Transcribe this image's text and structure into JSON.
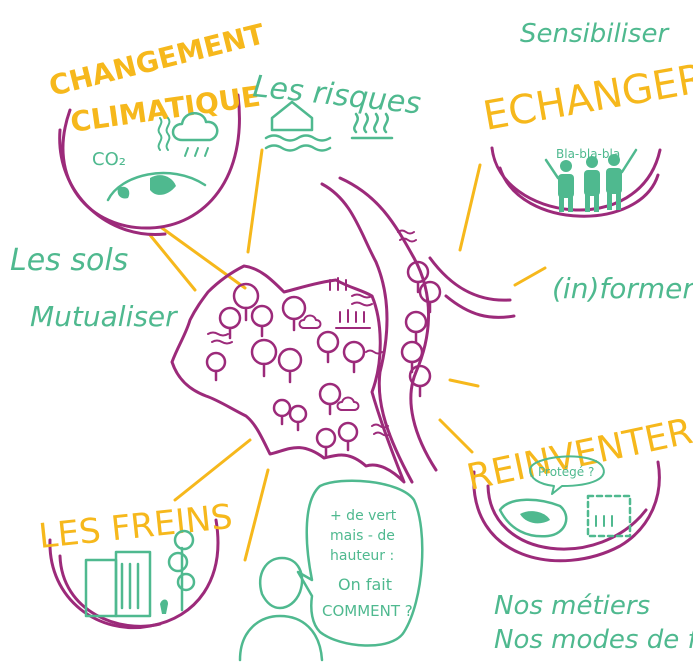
{
  "labels": {
    "changement": "CHANGEMENT",
    "climatique": "CLIMATIQUE",
    "co2": "CO₂",
    "risques": "Les risques",
    "sensibiliser": "Sensibiliser",
    "echanger": "ECHANGER",
    "blabla": "Bla-bla-bla",
    "sols": "Les sols",
    "mutualiser": "Mutualiser",
    "informer": "(in)former",
    "reinventer": "REINVENTER",
    "protege": "Protégé ?",
    "freins": "LES FREINS",
    "metiers": "Nos métiers",
    "modes": "Nos modes de faire"
  },
  "bubble": {
    "line1": "+ de vert",
    "line2": "mais - de",
    "line3": "hauteur :",
    "line4": "On fait",
    "line5": "COMMENT ?"
  },
  "colors": {
    "yellow": "#F6B81C",
    "green": "#4FB98F",
    "purple": "#9C2A7A"
  }
}
